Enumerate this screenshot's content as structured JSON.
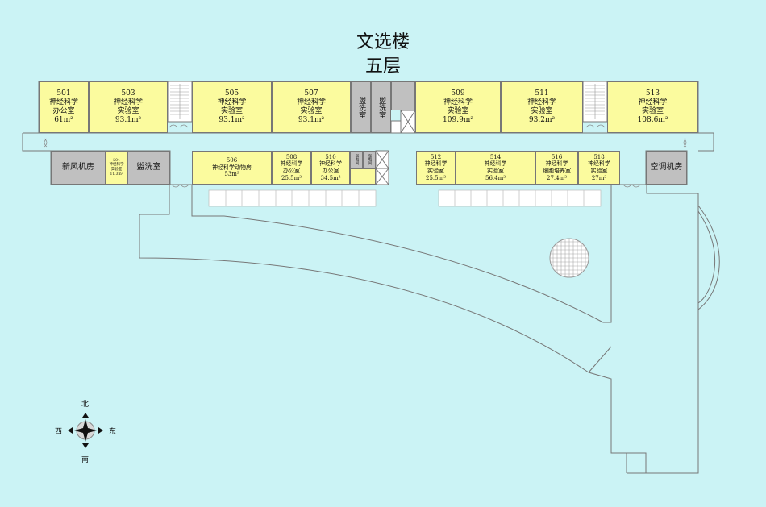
{
  "header": {
    "building": "文选楼",
    "floor": "五层"
  },
  "colors": {
    "background": "#cbf3f5",
    "room": "#fbfb9e",
    "service": "#c0c0c0",
    "outline": "#777777"
  },
  "rooms": [
    {
      "id": "501",
      "l1": "501",
      "l2": "神经科学",
      "l3": "办公室",
      "l4": "61m²"
    },
    {
      "id": "503",
      "l1": "503",
      "l2": "神经科学",
      "l3": "实验室",
      "l4": "93.1m²"
    },
    {
      "id": "505",
      "l1": "505",
      "l2": "神经科学",
      "l3": "实验室",
      "l4": "93.1m²"
    },
    {
      "id": "507",
      "l1": "507",
      "l2": "神经科学",
      "l3": "实验室",
      "l4": "93.1m²"
    },
    {
      "id": "509",
      "l1": "509",
      "l2": "神经科学",
      "l3": "实验室",
      "l4": "109.9m²"
    },
    {
      "id": "511",
      "l1": "511",
      "l2": "神经科学",
      "l3": "实验室",
      "l4": "93.2m²"
    },
    {
      "id": "513",
      "l1": "513",
      "l2": "神经科学",
      "l3": "实验室",
      "l4": "108.6m²"
    },
    {
      "id": "504",
      "l1": "504",
      "l2": "神经科学",
      "l3": "实验室",
      "l4": "11.3m²"
    },
    {
      "id": "506",
      "l1": "506",
      "l2": "神经科学动物房",
      "l3": "53m²"
    },
    {
      "id": "508",
      "l1": "508",
      "l2": "神经科学",
      "l3": "办公室",
      "l4": "25.5m²"
    },
    {
      "id": "510",
      "l1": "510",
      "l2": "神经科学",
      "l3": "办公室",
      "l4": "34.5m²"
    },
    {
      "id": "512",
      "l1": "512",
      "l2": "神经科学",
      "l3": "实验室",
      "l4": "25.5m²"
    },
    {
      "id": "514",
      "l1": "514",
      "l2": "神经科学",
      "l3": "实验室",
      "l4": "56.4m²"
    },
    {
      "id": "516",
      "l1": "516",
      "l2": "神经科学",
      "l3": "细胞培养室",
      "l4": "27.4m²"
    },
    {
      "id": "518",
      "l1": "518",
      "l2": "神经科学",
      "l3": "实验室",
      "l4": "27m²"
    }
  ],
  "service_rooms": {
    "washroom": "盥洗室",
    "fresh_air": "新风机房",
    "ac": "空调机房",
    "elec": "弱电间",
    "strong": "强电间"
  },
  "compass": {
    "north": "北",
    "south": "南",
    "west": "西",
    "east": "东"
  }
}
